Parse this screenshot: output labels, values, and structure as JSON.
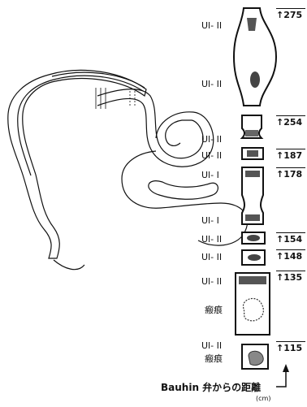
{
  "ulcer_labels": [
    "Ul- II",
    "Ul- II",
    "Ul- II",
    "Ul- II",
    "Ul- I",
    "Ul- I",
    "Ul- II",
    "Ul- II",
    "Ul- II",
    "Ul- II"
  ],
  "scar_labels": [
    "瘢痕",
    "瘢痕"
  ],
  "distances": [
    "↑275",
    "↑254",
    "↑187",
    "↑178",
    "↑154",
    "↑148",
    "↑135",
    "↑115"
  ],
  "caption": "Bauhin 弁からの距離",
  "unit": "(cm)"
}
